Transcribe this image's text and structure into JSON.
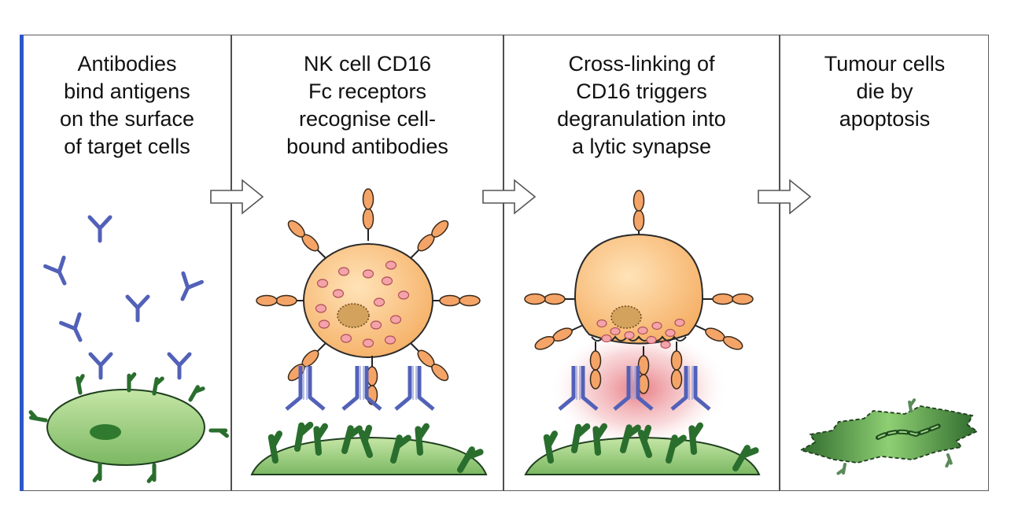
{
  "colors": {
    "frame": "#5d5d5d",
    "accent": "#2d57c9",
    "nk_cell": "#f8bd7c",
    "receptor": "#f5a468",
    "granule": "#f4a3a8",
    "nucleus": "#d3a25c",
    "target_cell": "#98cb80",
    "antigen": "#2a6e2e",
    "antibody": "#5261b8",
    "synapse_glow": "#e0505a"
  },
  "panels": [
    {
      "id": "panel-1",
      "caption_lines": [
        "Antibodies",
        "bind antigens",
        "on the surface",
        "of target cells"
      ]
    },
    {
      "id": "panel-2",
      "caption_lines": [
        "NK cell CD16",
        "Fc receptors",
        "recognise cell-",
        "bound antibodies"
      ]
    },
    {
      "id": "panel-3",
      "caption_lines": [
        "Cross-linking of",
        "CD16 triggers",
        "degranulation into",
        "a lytic synapse"
      ]
    },
    {
      "id": "panel-4",
      "caption_lines": [
        "Tumour cells",
        "die by",
        "apoptosis"
      ]
    }
  ],
  "arrows": [
    "arrow-1-to-2",
    "arrow-2-to-3",
    "arrow-3-to-4"
  ]
}
